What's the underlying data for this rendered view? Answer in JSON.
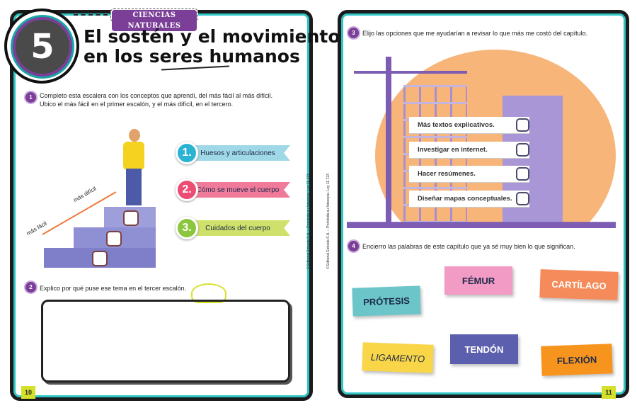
{
  "left_page": {
    "subject": "CIENCIAS NATURALES",
    "chapter_number": "5",
    "title_line1": "El sostén y el movimiento",
    "title_line2": "en los seres humanos",
    "activity1": {
      "number": "1",
      "text_line1": "Completo esta escalera con los conceptos que aprendí, del más fácil al más difícil.",
      "text_line2": "Ubico el más fácil en el primer escalón, y el más difícil, en el tercero.",
      "label_easy": "más fácil",
      "label_hard": "más difícil",
      "concepts": [
        {
          "number": "1.",
          "label": "Huesos y articulaciones",
          "color": "#2bb3d4"
        },
        {
          "number": "2.",
          "label": "Cómo se mueve el cuerpo",
          "color": "#ec4d74"
        },
        {
          "number": "3.",
          "label": "Cuidados del cuerpo",
          "color": "#8cc63f"
        }
      ]
    },
    "activity2": {
      "number": "2",
      "text": "Explico por qué puse ese tema en el tercer escalón.",
      "answer": ""
    },
    "page_number": "10",
    "copyright": "© Editorial Estrada S.A. – Prohibida su fotocopia. Ley 11.723"
  },
  "right_page": {
    "activity3": {
      "number": "3",
      "text": "Elijo las opciones que me ayudarían a revisar lo que más me costó del capítulo.",
      "options": [
        {
          "label": "Más textos explicativos.",
          "checked": false
        },
        {
          "label": "Investigar en internet.",
          "checked": false
        },
        {
          "label": "Hacer resúmenes.",
          "checked": false
        },
        {
          "label": "Diseñar mapas conceptuales.",
          "checked": false
        }
      ]
    },
    "activity4": {
      "number": "4",
      "text": "Encierro las palabras de este capítulo que ya sé muy bien lo que significan.",
      "words": [
        {
          "label": "PRÓTESIS",
          "color": "#6cc6c9"
        },
        {
          "label": "FÉMUR",
          "color": "#f29bc4"
        },
        {
          "label": "CARTÍLAGO",
          "color": "#f58b5a"
        },
        {
          "label": "LIGAMENTO",
          "color": "#f9d648"
        },
        {
          "label": "TENDÓN",
          "color": "#5b5fae"
        },
        {
          "label": "FLEXIÓN",
          "color": "#f7941d"
        }
      ]
    },
    "page_number": "11",
    "copyright": "© Editorial Estrada S.A. – Prohibida su fotocopia. Ley 11.723"
  },
  "colors": {
    "frame": "#2ec4c4",
    "accent": "#7b3f98",
    "page_tab": "#d4e02a"
  }
}
